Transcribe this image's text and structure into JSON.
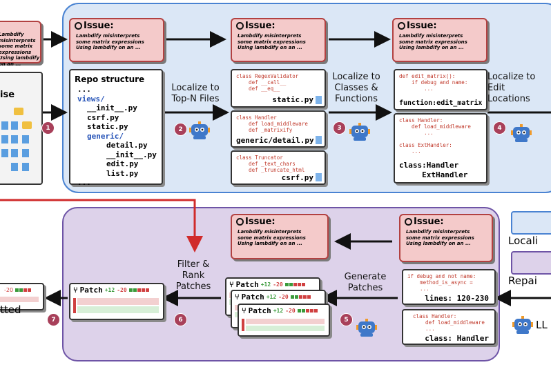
{
  "issue": {
    "title": "Issue:",
    "body": "Lambdify misinterprets\nsome matrix expressions\nUsing lambdify on an ..."
  },
  "left": {
    "label": "ise"
  },
  "repo": {
    "title": "Repo structure",
    "lines": [
      "...",
      "views/",
      "__init__.py",
      "csrf.py",
      "static.py",
      "generic/",
      "detail.py",
      "__init__.py",
      "edit.py",
      "list.py",
      "..."
    ]
  },
  "steps": {
    "s1": "1",
    "s2": "2",
    "s3": "3",
    "s4": "4",
    "s5": "5",
    "s6": "6",
    "s7": "7",
    "localize_files": "Localize to\nTop-N Files",
    "localize_classes": "Localize to\nClasses &\nFunctions",
    "localize_edit": "Localize to\nEdit\nLocations",
    "filter_rank": "Filter &\nRank\nPatches",
    "generate": "Generate\nPatches",
    "submitted": "tted"
  },
  "files": [
    {
      "code": "class RegexValidator\n    def __call__\n    def __eq__",
      "name": "static.py"
    },
    {
      "code": "class Handler\n    def load_middleware\n    def _matrixify",
      "name": "generic/detail.py"
    },
    {
      "code": "class Truncator\n    def _text_chars\n    def _truncate_html",
      "name": "csrf.py"
    }
  ],
  "funcs": [
    {
      "code": "def edit_matrix():\n    if debug and name:\n        ...",
      "name": "function:edit_matrix"
    },
    {
      "code": "class Handler:\n    def load_middleware\n        ...\n\nclass ExtHandler:\n    ...",
      "name": "class:Handler\n     ExtHandler"
    }
  ],
  "repair": {
    "code1": "if debug and not name:\n    method_is_async =\n    ...",
    "lines": "lines: 120-230",
    "code2": "class Handler:\n    def load_middleware\n    ...",
    "class": "class: Handler"
  },
  "patch": {
    "label": "Patch",
    "plus": "+12",
    "minus": "-20",
    "left_minus": "-20"
  },
  "legend": {
    "localize": "Locali",
    "repair": "Repai",
    "llm": "LL"
  },
  "colors": {
    "localize_bg": "#dbe7f6",
    "localize_border": "#4a83d2",
    "repair_bg": "#ddd2ea",
    "repair_border": "#6e54a6",
    "issue_bg": "#f4caca",
    "issue_border": "#b24141",
    "arrow_red": "#d02b2b",
    "step_badge": "#a8405a"
  }
}
